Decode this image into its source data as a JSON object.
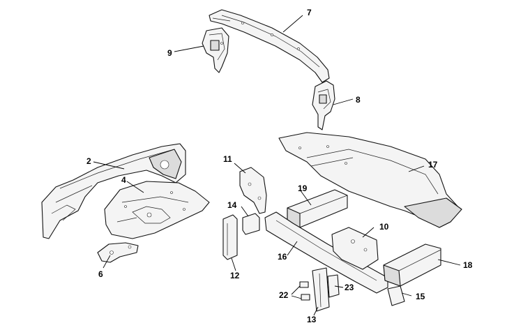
{
  "callouts": {
    "c2": "2",
    "c4": "4",
    "c6": "6",
    "c7": "7",
    "c8": "8",
    "c9": "9",
    "c10": "10",
    "c11": "11",
    "c12": "12",
    "c13": "13",
    "c14": "14",
    "c15": "15",
    "c16": "16",
    "c17": "17",
    "c18": "18",
    "c19": "19",
    "c22": "22",
    "c23": "23"
  },
  "colors": {
    "line": "#111111",
    "fill": "#f4f4f4",
    "shade": "#dcdcdc",
    "background": "#ffffff"
  }
}
